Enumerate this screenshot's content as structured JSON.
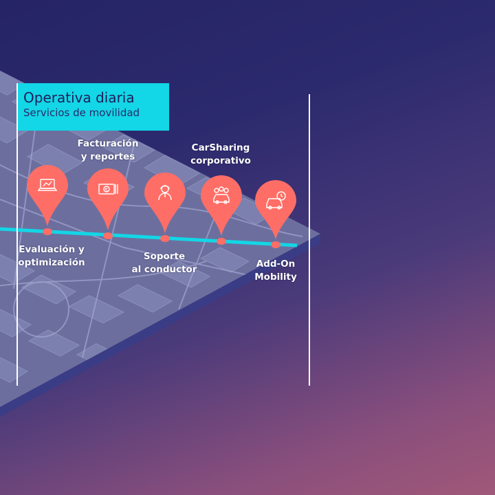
{
  "header": {
    "title": "Operativa diaria",
    "subtitle": "Servicios de movilidad"
  },
  "steps": [
    {
      "label": "Evaluación y\noptimización",
      "icon": "laptop-chart-icon",
      "label_position": "below"
    },
    {
      "label": "Facturación\ny reportes",
      "icon": "euro-banknote-icon",
      "label_position": "above"
    },
    {
      "label": "Soporte\nal conductor",
      "icon": "driver-support-icon",
      "label_position": "below"
    },
    {
      "label": "CarSharing\ncorporativo",
      "icon": "carsharing-group-icon",
      "label_position": "above"
    },
    {
      "label": "Add-On\nMobility",
      "icon": "car-clock-icon",
      "label_position": "below"
    }
  ],
  "colors": {
    "accent_cyan": "#13d6e6",
    "pin_coral": "#ff6e66",
    "map_base": "#6c6f9e",
    "map_edge": "#3a3c86",
    "background_top": "#252466",
    "background_bottom": "#a05878"
  }
}
